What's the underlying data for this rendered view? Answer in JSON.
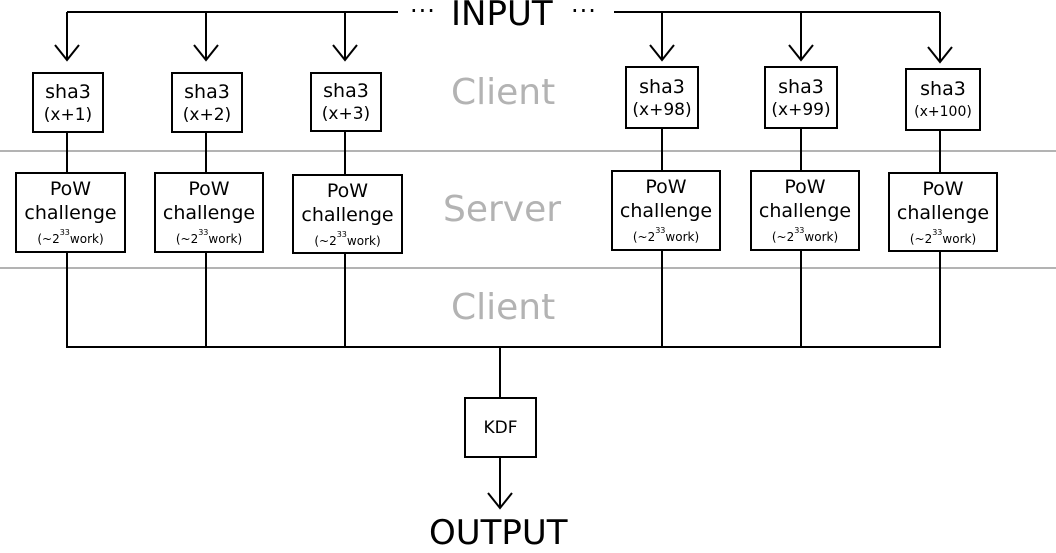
{
  "input_label": "INPUT",
  "input_dots": "···",
  "output_label": "OUTPUT",
  "zones": {
    "client_top": "Client",
    "server": "Server",
    "client_bottom": "Client"
  },
  "columns": [
    {
      "sha": "sha3",
      "arg": "(x+1)"
    },
    {
      "sha": "sha3",
      "arg": "(x+2)"
    },
    {
      "sha": "sha3",
      "arg": "(x+3)"
    },
    {
      "sha": "sha3",
      "arg": "(x+98)"
    },
    {
      "sha": "sha3",
      "arg": "(x+99)"
    },
    {
      "sha": "sha3",
      "arg": "(x+100)"
    }
  ],
  "pow": {
    "line1": "PoW",
    "line2": "challenge",
    "work_prefix": "(~2",
    "work_exp": "33",
    "work_suffix": "work)"
  },
  "kdf_label": "KDF",
  "colors": {
    "lines": "#000000",
    "zone_lines": "#b3b3b3",
    "zone_text": "#b3b3b3"
  }
}
